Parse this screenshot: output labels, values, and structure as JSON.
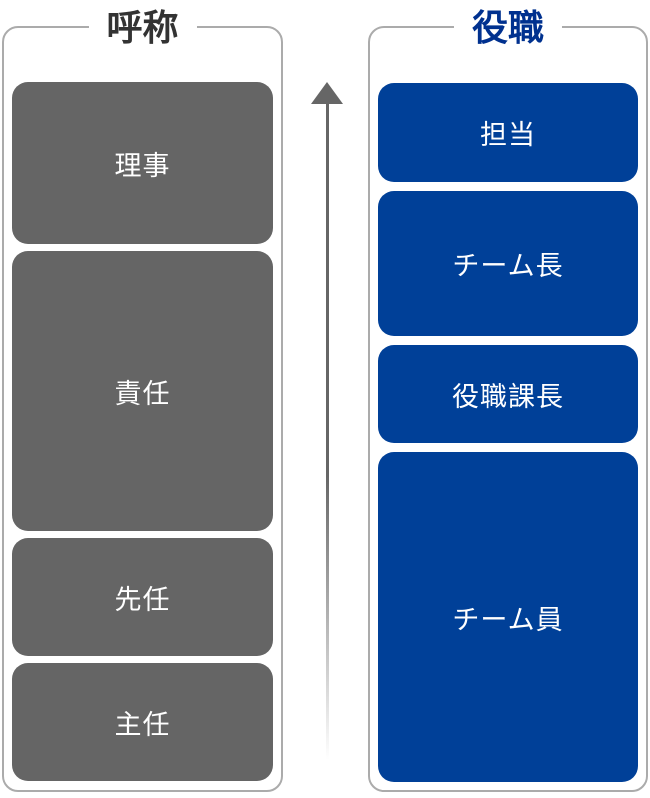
{
  "left_group": {
    "title": "呼称",
    "title_color": "#333333",
    "box_color": "#656565",
    "boxes": [
      {
        "label": "理事"
      },
      {
        "label": "責任"
      },
      {
        "label": "先任"
      },
      {
        "label": "主任"
      }
    ]
  },
  "right_group": {
    "title": "役職",
    "title_color": "#00318f",
    "box_color": "#004098",
    "boxes": [
      {
        "label": "担当"
      },
      {
        "label": "チーム長"
      },
      {
        "label": "役職課長"
      },
      {
        "label": "チーム員"
      }
    ]
  },
  "arrow": {
    "direction": "up",
    "color": "#666666"
  }
}
